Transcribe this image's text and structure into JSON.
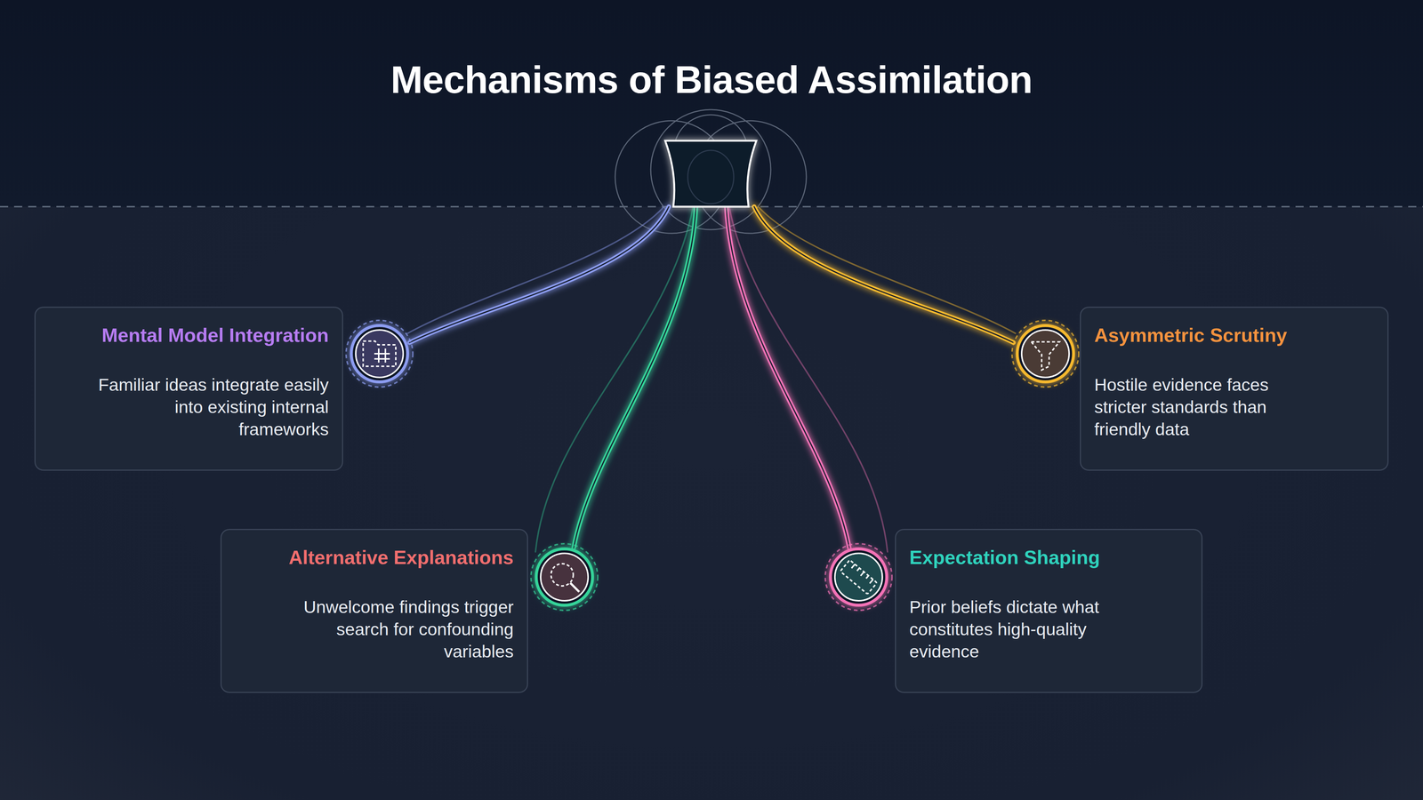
{
  "diagram": {
    "title": "Mechanisms of Biased Assimilation",
    "nodes": [
      {
        "text": [
          "Mental Model Integration",
          "Familiar ideas integrate easily into existing internal frameworks"
        ]
      },
      {
        "text": [
          "Asymmetric Scrutiny",
          "Hostile evidence faces stricter standards than friendly data"
        ]
      },
      {
        "text": [
          "Alternative Explanations",
          "Unwelcome findings trigger search for confounding variables"
        ]
      },
      {
        "text": [
          "Expectation Shaping",
          "Prior beliefs dictate what constitutes high-quality evidence"
        ]
      }
    ]
  }
}
